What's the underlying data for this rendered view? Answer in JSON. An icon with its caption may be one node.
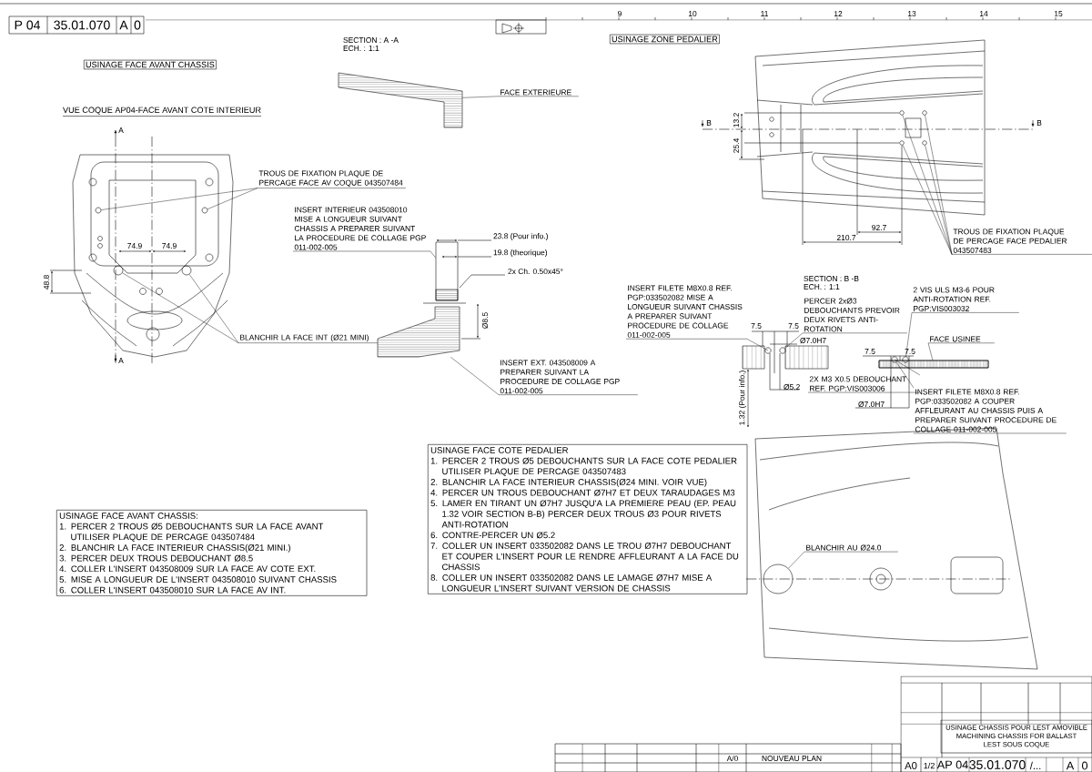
{
  "diagram": {
    "nodes": [
      {
        "text": [
          "USINAGE FACE AVANT CHASSIS"
        ]
      },
      {
        "text": [
          "USINAGE ZONE PEDALIER"
        ]
      },
      {
        "text": [
          "TROUS DE FIXATION PLAQUE DE PERCAGE FACE AV COQUE 043507484"
        ]
      },
      {
        "text": [
          "BLANCHIR LA FACE INT (Ø21 MINI)"
        ]
      },
      {
        "text": [
          "FACE EXTERIEURE"
        ]
      },
      {
        "text": [
          "INSERT INTERIEUR 043508010 MISE A LONGUEUR SUIVANT CHASSIS A PREPARER SUIVANT LA PROCEDURE DE COLLAGE PGP 011-002-005"
        ]
      },
      {
        "text": [
          "INSERT EXT. 043508009 A PREPARER SUIVANT LA PROCEDURE DE COLLAGE PGP 011-002-005"
        ]
      },
      {
        "text": [
          "TROUS DE FIXATION PLAQUE DE PERCAGE FACE PEDALIER 043507483"
        ]
      },
      {
        "text": [
          "INSERT FILETE M8X0.8 REF. PGP:033502082 MISE A LONGUEUR SUIVANT CHASSIS A PREPARER SUIVANT PROCEDURE DE COLLAGE 011-002-005"
        ]
      },
      {
        "text": [
          "PERCER 2xØ3 DEBOUCHANTS PREVOIR DEUX RIVETS ANTI-ROTATION"
        ]
      },
      {
        "text": [
          "2 VIS ULS M3-6 POUR ANTI-ROTATION REF. PGP:VIS003032"
        ]
      },
      {
        "text": [
          "FACE USINEE"
        ]
      },
      {
        "text": [
          "2X M3 X0.5 DEBOUCHANT REF. PGP:VIS003006"
        ]
      },
      {
        "text": [
          "INSERT FILETE M8X0.8 REF. PGP:033502082 A COUPER AFFLEURANT AU CHASSIS PUIS A PREPARER SUIVANT PROCEDURE DE COLLAGE 011-002-005"
        ]
      },
      {
        "text": [
          "BLANCHIR AU Ø24.0"
        ]
      },
      {
        "text": [
          "USINAGE FACE AVANT CHASSIS:",
          "1. PERCER 2 TROUS Ø5 DEBOUCHANTS SUR LA FACE AVANT UTILISER PLAQUE DE PERCAGE 043507484",
          "2. BLANCHIR LA FACE INTERIEUR CHASSIS(Ø21 MINI.)",
          "3. PERCER DEUX TROUS DEBOUCHANT Ø8.5",
          "4. COLLER L'INSERT 043508009 SUR LA FACE AV COTE EXT.",
          "5. MISE A LONGUEUR DE L'INSERT 043508010 SUIVANT CHASSIS",
          "6. COLLER L'INSERT 043508010 SUR LA FACE AV INT."
        ]
      },
      {
        "text": [
          "USINAGE FACE COTE PEDALIER",
          "1. PERCER 2 TROUS Ø5 DEBOUCHANTS SUR LA FACE COTE PEDALIER UTILISER PLAQUE DE PERCAGE 043507483",
          "2. BLANCHIR LA FACE INTERIEUR CHASSIS(Ø24 MINI. VOIR VUE)",
          "4. PERCER UN TROUS DEBOUCHANT Ø7H7 ET DEUX TARAUDAGES M3",
          "5. LAMER EN TIRANT UN Ø7H7 JUSQU'A LA PREMIERE PEAU (EP. PEAU 1.32 VOIR SECTION B-B) PERCER DEUX TROUS Ø3 POUR RIVETS ANTI-ROTATION",
          "6. CONTRE-PERCER UN Ø5.2",
          "7. COLLER UN INSERT 033502082 DANS LE TROU Ø7H7 DEBOUCHANT ET COUPER L'INSERT POUR LE RENDRE AFFLEURANT A LA FACE DU CHASSIS",
          "8. COLLER UN INSERT 033502082 DANS LE LAMAGE Ø7H7 MISE A LONGUEUR L'INSERT SUIVANT VERSION DE CHASSIS"
        ]
      },
      {
        "text": [
          "USINAGE CHASSIS POUR LEST AMOVIBLE",
          "MACHINING CHASSIS FOR BALLAST",
          "LEST SOUS COQUE"
        ]
      },
      {
        "text": [],
        "shape": "circle"
      },
      {
        "text": [],
        "shape": "circle"
      },
      {
        "text": [],
        "shape": "circle"
      },
      {
        "text": [],
        "shape": "circle"
      },
      {
        "text": [],
        "shape": "picture"
      },
      {
        "text": [],
        "shape": "box"
      },
      {
        "text": [],
        "shape": "picture"
      },
      {
        "text": [],
        "shape": "circle"
      },
      {
        "text": [],
        "shape": "circle"
      },
      {
        "text": [],
        "shape": "circle"
      },
      {
        "text": [],
        "shape": "circle"
      },
      {
        "text": [],
        "shape": "circle"
      },
      {
        "text": [],
        "shape": "circle"
      },
      {
        "text": [],
        "shape": "circle"
      },
      {
        "text": [],
        "shape": "circle"
      },
      {
        "text": [],
        "shape": "bar"
      },
      {
        "text": [],
        "shape": "circle"
      }
    ],
    "edges": [
      {
        "from": 2,
        "to": 18,
        "arrow": "none"
      },
      {
        "from": 2,
        "to": 19,
        "arrow": "none"
      },
      {
        "from": 3,
        "to": 20,
        "arrow": "none"
      },
      {
        "from": 3,
        "to": 21,
        "arrow": "none"
      },
      {
        "from": 4,
        "to": 22,
        "arrow": "none"
      },
      {
        "from": 5,
        "to": 23,
        "arrow": "none"
      },
      {
        "from": 6,
        "to": 24,
        "arrow": "none"
      },
      {
        "from": 7,
        "to": 25,
        "arrow": "none"
      },
      {
        "from": 7,
        "to": 26,
        "arrow": "none"
      },
      {
        "from": 7,
        "to": 27,
        "arrow": "none"
      },
      {
        "from": 7,
        "to": 28,
        "arrow": "none"
      },
      {
        "from": 8,
        "to": 29,
        "arrow": "none"
      },
      {
        "from": 9,
        "to": 30,
        "arrow": "none"
      },
      {
        "from": 10,
        "to": 32,
        "arrow": "none"
      },
      {
        "from": 11,
        "to": 33,
        "arrow": "none"
      },
      {
        "from": 12,
        "to": 31,
        "arrow": "none"
      },
      {
        "from": 13,
        "to": 31,
        "arrow": "none"
      },
      {
        "from": 14,
        "to": 34,
        "arrow": "none"
      }
    ],
    "labels": [
      "P 04",
      "35.01.070",
      "A",
      "0",
      "SECTION : A -A",
      "ECH. : 1:1",
      "9",
      "10",
      "11",
      "12",
      "13",
      "14",
      "15",
      "VUE COQUE AP04-FACE AVANT COTE INTERIEUR",
      "A",
      "A",
      "74.9",
      "74.9",
      "48.8",
      "23.8 (Pour info.)",
      "19.8 (theorique)",
      "2x Ch. 0.50x45°",
      "Ø8.5",
      "13.2",
      "25.4",
      "B",
      "B",
      "92.7",
      "210.7",
      "SECTION : B -B",
      "ECH. : 1:1",
      "7.5",
      "7.5",
      "Ø7.0H7",
      "Ø5.2",
      "1.32 (Pour info.)",
      "7.5",
      "7.5",
      "Ø7.0H7",
      "A/0",
      "NOUVEAU PLAN",
      "A0",
      "1/2",
      "AP 04",
      "35.01.070",
      "/...",
      "A",
      "0"
    ]
  }
}
